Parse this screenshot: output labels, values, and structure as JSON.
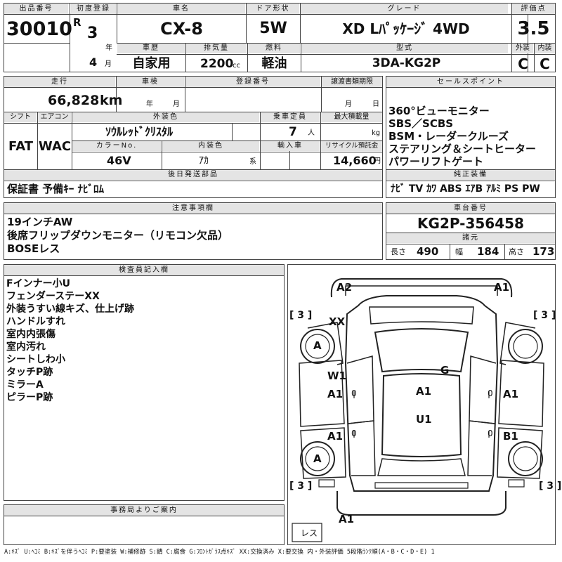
{
  "top": {
    "labels": {
      "lot_no": "出品番号",
      "first_reg": "初度登録",
      "model_name": "車名",
      "door": "ドア形状",
      "grade": "グレード",
      "score": "評価点",
      "history": "車歴",
      "displacement": "排気量",
      "fuel": "燃料",
      "type_code": "型式",
      "exterior": "外装",
      "interior": "内装"
    },
    "lot_no": "30010",
    "era": "R",
    "reg_year": "3",
    "year_unit": "年",
    "reg_month": "4",
    "month_unit": "月",
    "model_name": "CX-8",
    "door": "5W",
    "grade": "XD Lﾊﾟｯｹｰｼﾞ 4WD",
    "score": "3.5",
    "history": "自家用",
    "displacement": "2200",
    "cc_unit": "cc",
    "fuel": "軽油",
    "type_code": "3DA-KG2P",
    "exterior_score": "C",
    "interior_score": "C"
  },
  "mid": {
    "labels": {
      "mileage": "走行",
      "inspection": "車検",
      "reg_number": "登録番号",
      "transfer": "譲渡書類期限",
      "shift": "シフト",
      "aircon": "エアコン",
      "ext_color": "外装色",
      "capacity": "乗車定員",
      "max_load": "最大積載量",
      "color_no": "カラーNo.",
      "int_color": "内装色",
      "import": "輸入車",
      "recycle": "リサイクル預託金",
      "later_parts": "後日発送部品",
      "sales_points": "セールスポイント",
      "equipment": "純正装備"
    },
    "mileage": "66,828",
    "km_unit": "km",
    "year_unit": "年",
    "month_unit": "月",
    "day_unit": "日",
    "shift": "FAT",
    "aircon": "WAC",
    "ext_color": "ｿｳﾙﾚｯﾄﾞｸﾘｽﾀﾙ",
    "capacity": "7",
    "person_unit": "人",
    "kg_unit": "kg",
    "color_no": "46V",
    "int_color": "ｱｶ",
    "int_color_suffix": "系",
    "recycle": "14,660",
    "yen_unit": "円",
    "later_parts": "保証書 予備ｷｰ ﾅﾋﾞﾛﾑ",
    "sales_points": [
      "360°ビューモニター",
      "SBS／SCBS",
      "BSM・レーダークルーズ",
      "ステアリング＆シートヒーター",
      "パワーリフトゲート"
    ],
    "equipment": "ﾅﾋﾞ TV ｶﾜ ABS ｴｱB ｱﾙﾐ PS PW"
  },
  "notes": {
    "label": "注意事項欄",
    "lines": [
      "19インチAW",
      "後席フリップダウンモニター（リモコン欠品）",
      "BOSEレス"
    ]
  },
  "chassis": {
    "label": "車台番号",
    "number": "KG2P-356458",
    "specs_label": "諸元",
    "length_label": "長さ",
    "length": "490",
    "width_label": "幅",
    "width": "184",
    "height_label": "高さ",
    "height": "173"
  },
  "inspector": {
    "label": "検査員記入欄",
    "lines": [
      "Fインナー小U",
      "フェンダーステーXX",
      "外装うすい線キズ、仕上げ跡",
      "ハンドルすれ",
      "室内内張傷",
      "室内汚れ",
      "シートしわ小",
      "タッチP跡",
      "ミラーA",
      "ピラーP跡"
    ]
  },
  "office": {
    "label": "事務局よりご案内"
  },
  "diagram": {
    "marks": {
      "front_left": "A2",
      "front_right": "A1",
      "tire_fl": "3",
      "tire_fr": "3",
      "fender_fl": "XX",
      "wheel_fl": "A",
      "hood": "G",
      "mirror_left": "W1",
      "front_door_l": "A1",
      "roof": "A1",
      "front_door_r": "A1",
      "rear_door_l": "A1",
      "rear_center": "U1",
      "rear_door_r": "B1",
      "wheel_rl": "A",
      "tire_rl": "3",
      "tire_rr": "3",
      "rear_bumper": "A1",
      "spare": "レス"
    }
  },
  "legend": "A:ｷｽﾞ U:ﾍｺﾐ B:ｷｽﾞを伴うﾍｺﾐ P:要塗装 W:補修跡 S:錆 C:腐食 G:ﾌﾛﾝﾄｶﾞﾗｽ点ｷｽﾞ XX:交換済み X:要交換 内・外装評価 5段階ﾗﾝｸ順(A・B・C・D・E) 1"
}
